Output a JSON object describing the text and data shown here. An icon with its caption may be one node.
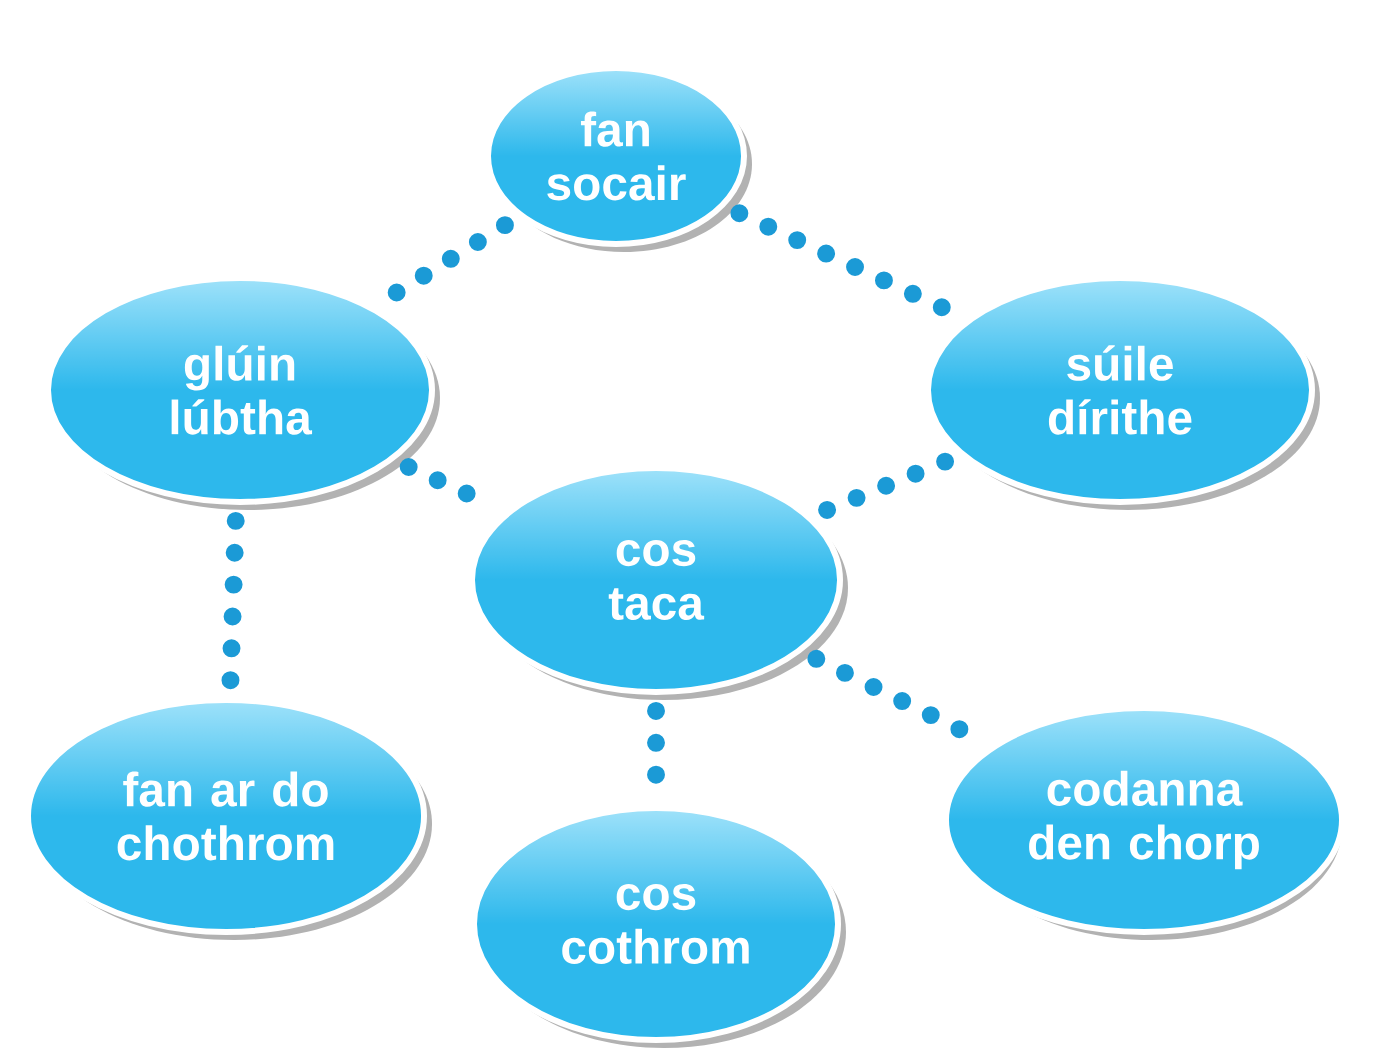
{
  "diagram": {
    "nodes": [
      {
        "text": [
          "fan socair"
        ]
      },
      {
        "text": [
          "glúin lúbtha"
        ]
      },
      {
        "text": [
          "súile dírithe"
        ]
      },
      {
        "text": [
          "cos taca"
        ]
      },
      {
        "text": [
          "fan ar do chothrom"
        ]
      },
      {
        "text": [
          "cos cothrom"
        ]
      },
      {
        "text": [
          "codanna den chorp"
        ]
      }
    ],
    "edges": [
      {
        "from": 0,
        "to": 1,
        "arrow": "none"
      },
      {
        "from": 0,
        "to": 2,
        "arrow": "none"
      },
      {
        "from": 1,
        "to": 3,
        "arrow": "none"
      },
      {
        "from": 2,
        "to": 3,
        "arrow": "none"
      },
      {
        "from": 1,
        "to": 4,
        "arrow": "none"
      },
      {
        "from": 3,
        "to": 5,
        "arrow": "none"
      },
      {
        "from": 3,
        "to": 6,
        "arrow": "none"
      }
    ]
  }
}
